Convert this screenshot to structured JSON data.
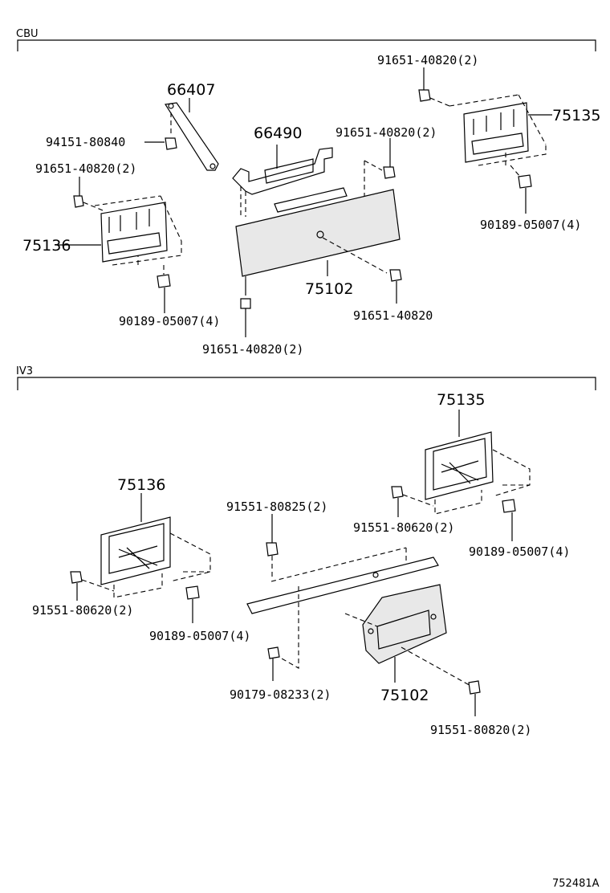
{
  "sections": {
    "top": {
      "title": "CBU"
    },
    "bottom": {
      "title": "IV3"
    }
  },
  "top_labels": {
    "l66407": "66407",
    "l94151": "94151-80840",
    "l91651_a": "91651-40820(2)",
    "l75136": "75136",
    "l66490": "66490",
    "l91651_b": "91651-40820(2)",
    "l91651_top": "91651-40820(2)",
    "l75135": "75135",
    "l90189_r": "90189-05007(4)",
    "l75102": "75102",
    "l91651_c": "91651-40820",
    "l90189_l": "90189-05007(4)",
    "l91651_d": "91651-40820(2)"
  },
  "bottom_labels": {
    "l75135": "75135",
    "l75136": "75136",
    "l91551_825": "91551-80825(2)",
    "l91551_620_r": "91551-80620(2)",
    "l90189_r": "90189-05007(4)",
    "l91551_620_l": "91551-80620(2)",
    "l90189_l": "90189-05007(4)",
    "l90179": "90179-08233(2)",
    "l75102": "75102",
    "l91551_820": "91551-80820(2)"
  },
  "diagram_code": "752481A"
}
